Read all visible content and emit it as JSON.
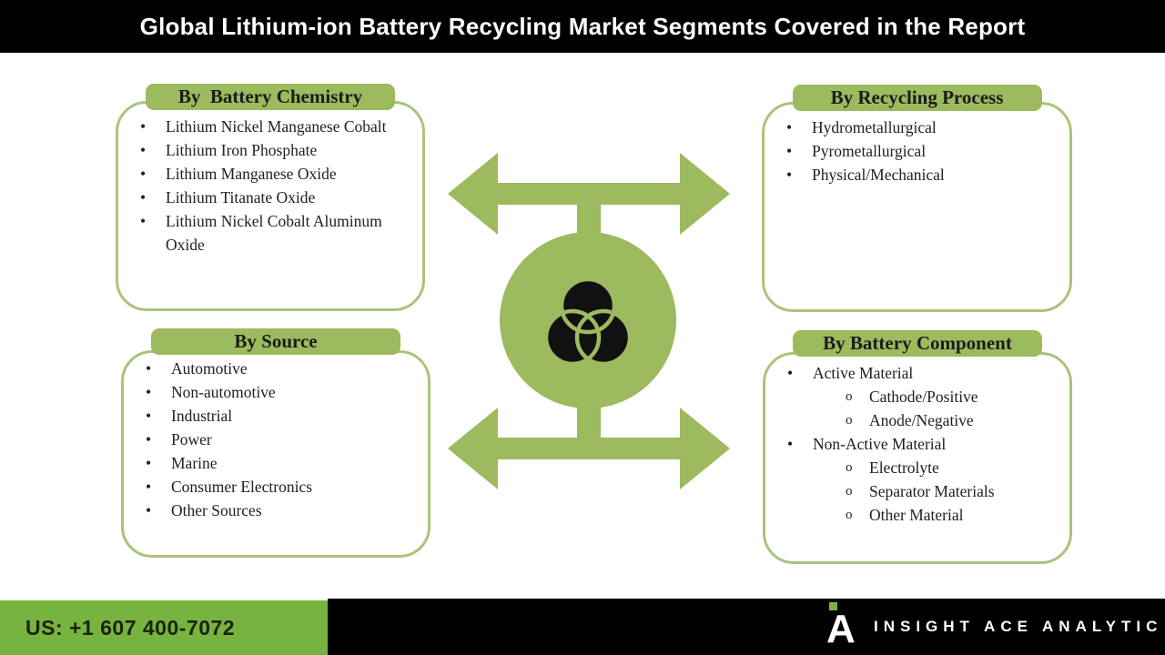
{
  "title": "Global Lithium-ion Battery Recycling Market Segments Covered in the Report",
  "colors": {
    "title_bar_bg": "#000000",
    "title_text": "#ffffff",
    "box_border_green": "#a9c47c",
    "pill_green": "#9cba5e",
    "motif_green": "#9cba5e",
    "venn_black": "#111111",
    "footer_green": "#77b43f",
    "footer_black": "#000000",
    "body_text": "#212121"
  },
  "glyphs": {
    "bullet": "•",
    "sub_bullet": "o"
  },
  "boxes": [
    {
      "id": "battery-chemistry",
      "header": "By  Battery Chemistry",
      "items": [
        {
          "label": "Lithium Nickel Manganese Cobalt",
          "level": 1
        },
        {
          "label": "Lithium Iron Phosphate",
          "level": 1
        },
        {
          "label": "Lithium Manganese Oxide",
          "level": 1
        },
        {
          "label": "Lithium Titanate Oxide",
          "level": 1
        },
        {
          "label": "Lithium Nickel Cobalt Aluminum Oxide",
          "level": 1
        }
      ]
    },
    {
      "id": "source",
      "header": "By Source",
      "items": [
        {
          "label": "Automotive",
          "level": 1
        },
        {
          "label": "Non-automotive",
          "level": 1
        },
        {
          "label": "Industrial",
          "level": 1
        },
        {
          "label": "Power",
          "level": 1
        },
        {
          "label": "Marine",
          "level": 1
        },
        {
          "label": "Consumer Electronics",
          "level": 1
        },
        {
          "label": "Other Sources",
          "level": 1
        }
      ]
    },
    {
      "id": "recycling-process",
      "header": "By Recycling Process",
      "items": [
        {
          "label": "Hydrometallurgical",
          "level": 1
        },
        {
          "label": "Pyrometallurgical",
          "level": 1
        },
        {
          "label": "Physical/Mechanical",
          "level": 1
        }
      ]
    },
    {
      "id": "battery-component",
      "header": "By Battery Component",
      "items": [
        {
          "label": "Active Material",
          "level": 1
        },
        {
          "label": "Cathode/Positive",
          "level": 2
        },
        {
          "label": "Anode/Negative",
          "level": 2
        },
        {
          "label": "Non-Active Material",
          "level": 1
        },
        {
          "label": "Electrolyte",
          "level": 2
        },
        {
          "label": "Separator Materials",
          "level": 2
        },
        {
          "label": "Other Material",
          "level": 2
        }
      ]
    }
  ],
  "footer": {
    "phone": "US: +1 607 400-7072",
    "logo_letter": "A",
    "brand": "INSIGHT ACE ANALYTIC"
  }
}
